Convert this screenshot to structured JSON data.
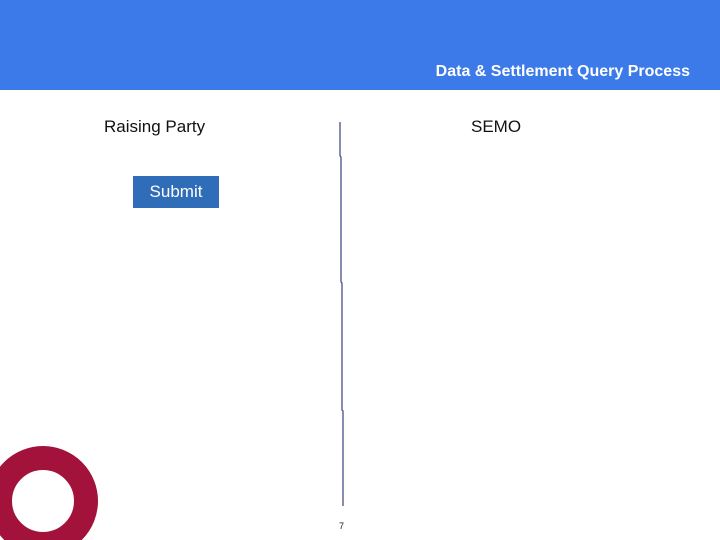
{
  "header": {
    "title": "Data & Settlement Query Process",
    "background_color": "#3b7ae8"
  },
  "lanes": {
    "left_label": "Raising Party",
    "right_label": "SEMO"
  },
  "steps": {
    "submit_label": "Submit",
    "submit_color": "#2f6db8"
  },
  "footer": {
    "page_number": "7"
  },
  "logo": {
    "icon": "ring-logo-icon",
    "color": "#a3123a"
  }
}
